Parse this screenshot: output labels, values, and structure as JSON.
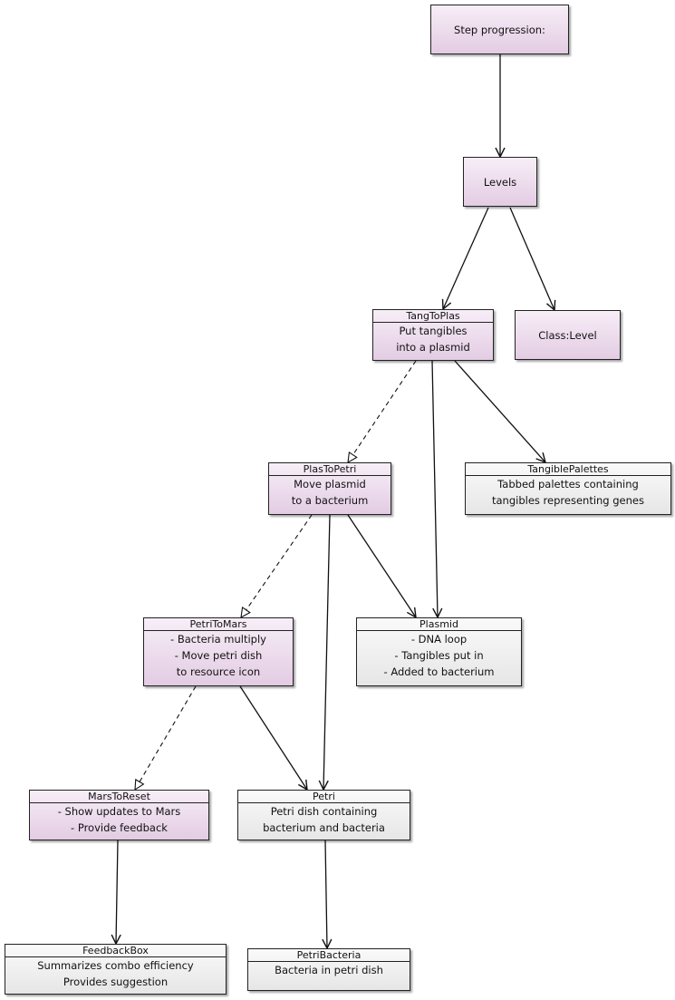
{
  "nodes": {
    "step_progression": {
      "lines": [
        "Step progression:"
      ]
    },
    "levels": {
      "lines": [
        "Levels"
      ]
    },
    "tangtoplas": {
      "title": "TangToPlas",
      "lines": [
        "Put tangibles",
        "into a plasmid"
      ]
    },
    "class_level": {
      "lines": [
        "Class:Level"
      ]
    },
    "plastopetri": {
      "title": "PlasToPetri",
      "lines": [
        "Move plasmid",
        "to a bacterium"
      ]
    },
    "tangiblepalettes": {
      "title": "TangiblePalettes",
      "lines": [
        "Tabbed palettes containing",
        "tangibles representing genes"
      ]
    },
    "petritomars": {
      "title": "PetriToMars",
      "lines": [
        "- Bacteria multiply",
        "- Move petri dish",
        "to resource icon"
      ]
    },
    "plasmid": {
      "title": "Plasmid",
      "lines": [
        "- DNA loop",
        "- Tangibles put in",
        "- Added to bacterium"
      ]
    },
    "marstoreset": {
      "title": "MarsToReset",
      "lines": [
        "- Show updates to Mars",
        "- Provide feedback"
      ]
    },
    "petri": {
      "title": "Petri",
      "lines": [
        "Petri dish containing",
        "bacterium and bacteria"
      ]
    },
    "feedbackbox": {
      "title": "FeedbackBox",
      "lines": [
        "Summarizes combo efficiency",
        "Provides suggestion"
      ]
    },
    "petribacteria": {
      "title": "PetriBacteria",
      "lines": [
        "Bacteria in petri dish"
      ]
    }
  },
  "edges": [
    {
      "from": "step_progression",
      "to": "levels",
      "style": "solid"
    },
    {
      "from": "levels",
      "to": "tangtoplas",
      "style": "solid"
    },
    {
      "from": "levels",
      "to": "class_level",
      "style": "solid"
    },
    {
      "from": "tangtoplas",
      "to": "plastopetri",
      "style": "dashed-inherit"
    },
    {
      "from": "tangtoplas",
      "to": "plasmid",
      "style": "solid"
    },
    {
      "from": "tangtoplas",
      "to": "tangiblepalettes",
      "style": "solid"
    },
    {
      "from": "plastopetri",
      "to": "petritomars",
      "style": "dashed-inherit"
    },
    {
      "from": "plastopetri",
      "to": "petri",
      "style": "solid"
    },
    {
      "from": "plastopetri",
      "to": "plasmid",
      "style": "solid"
    },
    {
      "from": "petritomars",
      "to": "marstoreset",
      "style": "dashed-inherit"
    },
    {
      "from": "petritomars",
      "to": "petri",
      "style": "solid"
    },
    {
      "from": "marstoreset",
      "to": "feedbackbox",
      "style": "solid"
    },
    {
      "from": "petri",
      "to": "petribacteria",
      "style": "solid"
    }
  ],
  "colors": {
    "purple_fill": "#e3cce3",
    "gray_fill": "#e6e6e6",
    "stroke": "#222222"
  }
}
